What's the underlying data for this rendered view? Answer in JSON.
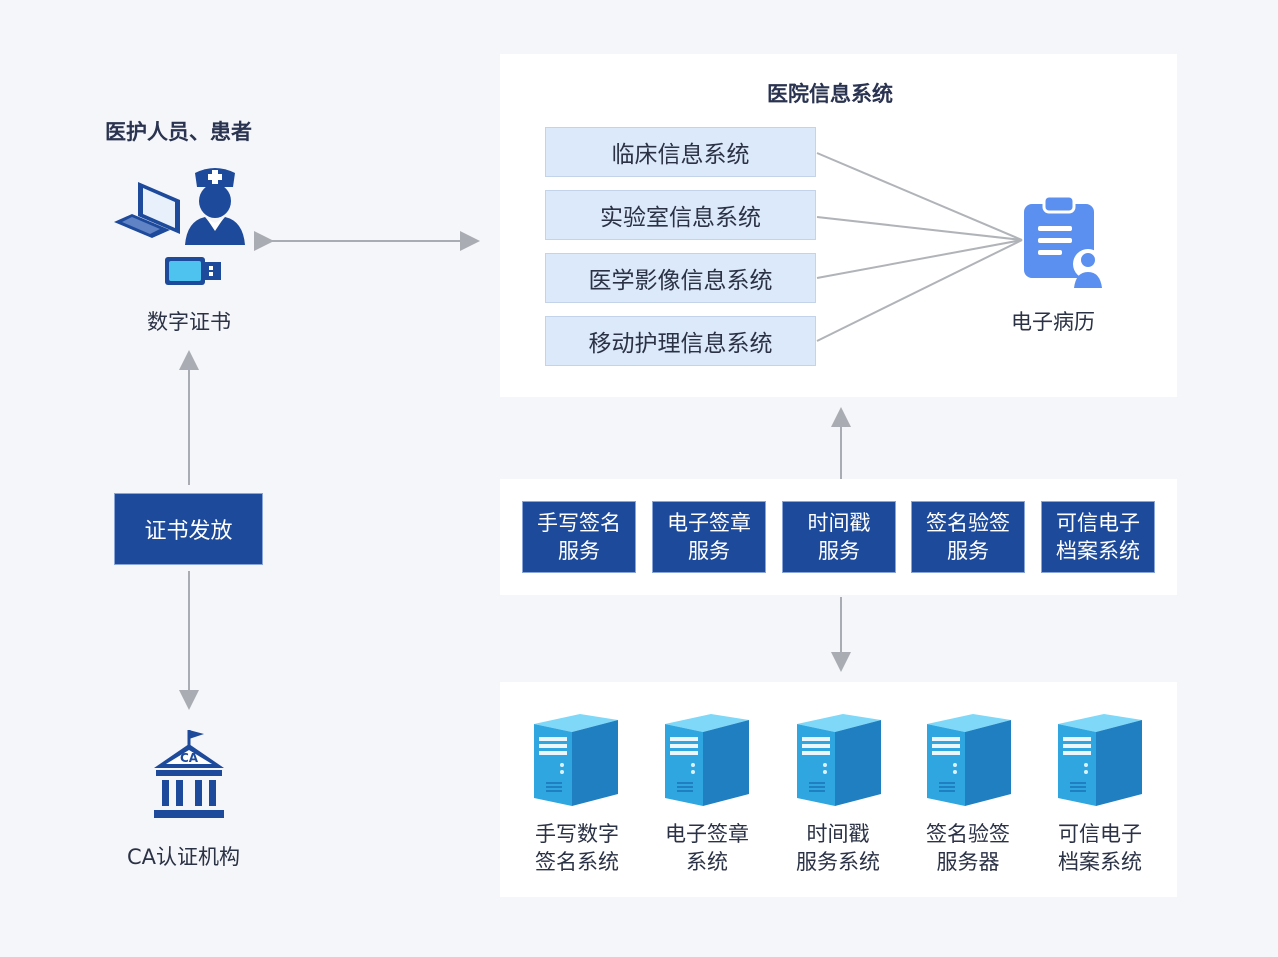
{
  "left": {
    "top_title": "医护人员、患者",
    "digital_cert_label": "数字证书",
    "cert_issue_label": "证书发放",
    "ca_label": "CA认证机构",
    "ca_badge": "CA"
  },
  "his": {
    "title": "医院信息系统",
    "systems": [
      "临床信息系统",
      "实验室信息系统",
      "医学影像信息系统",
      "移动护理信息系统"
    ],
    "emr_label": "电子病历"
  },
  "services": [
    {
      "line1": "手写签名",
      "line2": "服务"
    },
    {
      "line1": "电子签章",
      "line2": "服务"
    },
    {
      "line1": "时间戳",
      "line2": "服务"
    },
    {
      "line1": "签名验签",
      "line2": "服务"
    },
    {
      "line1": "可信电子",
      "line2": "档案系统"
    }
  ],
  "servers": [
    {
      "line1": "手写数字",
      "line2": "签名系统"
    },
    {
      "line1": "电子签章",
      "line2": "系统"
    },
    {
      "line1": "时间戳",
      "line2": "服务系统"
    },
    {
      "line1": "签名验签",
      "line2": "服务器"
    },
    {
      "line1": "可信电子",
      "line2": "档案系统"
    }
  ],
  "colors": {
    "navy": "#1d4a9b",
    "light_blue_box": "#dbe9fb",
    "server_blue": "#2f9ad8",
    "emr_icon": "#5b8ff0",
    "arrow_gray": "#a9acb2",
    "background": "#f5f6f9"
  },
  "icons": [
    "computer-icon",
    "nurse-icon",
    "usb-key-icon",
    "medical-record-icon",
    "ca-building-icon",
    "server-icon"
  ]
}
